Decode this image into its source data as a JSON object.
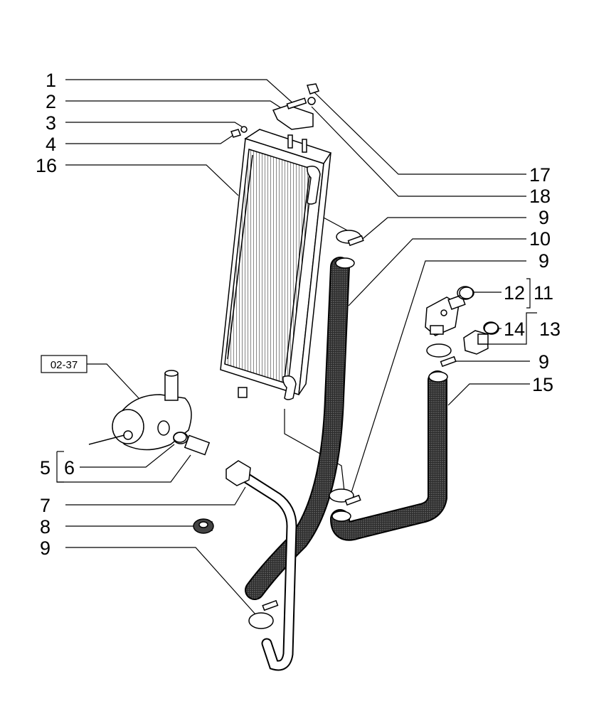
{
  "reference_box": "02-37",
  "labels": {
    "l1": "1",
    "l2": "2",
    "l3": "3",
    "l4": "4",
    "l16": "16",
    "l17": "17",
    "l18": "18",
    "l9a": "9",
    "l10": "10",
    "l9b": "9",
    "l12": "12",
    "l11": "11",
    "l14": "14",
    "l13": "13",
    "l9c": "9",
    "l15": "15",
    "l5": "5",
    "l6": "6",
    "l7": "7",
    "l8": "8",
    "l9d": "9"
  },
  "colors": {
    "line": "#000000",
    "hose_fill": "#3a3a3a",
    "background": "#ffffff"
  }
}
